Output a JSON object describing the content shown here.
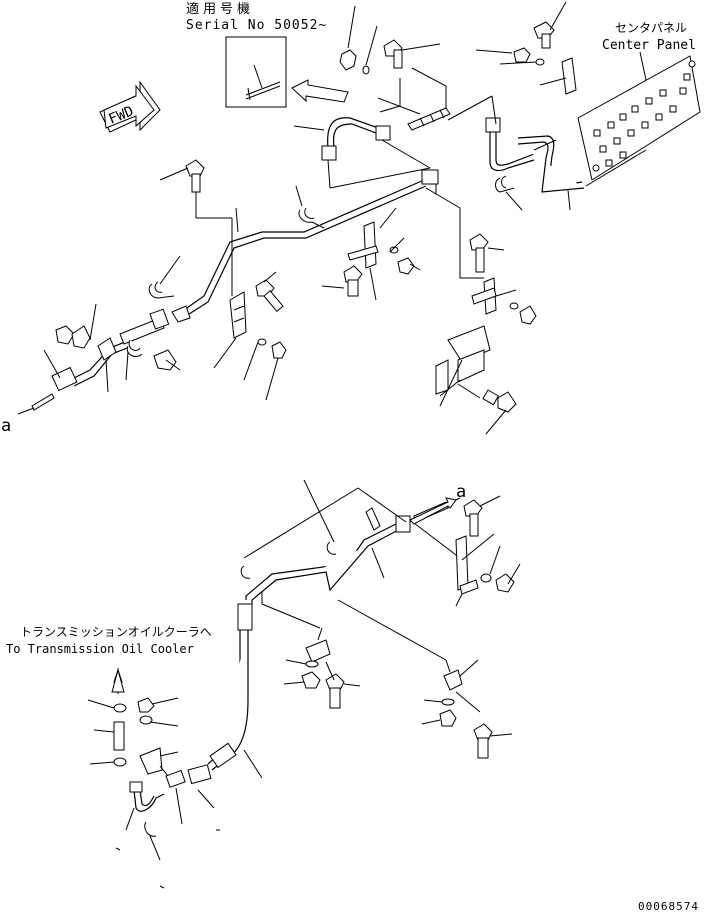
{
  "labels": {
    "serial_jp": "適用号機",
    "serial_en": "Serial No 50052~",
    "center_panel_jp": "センタパネル",
    "center_panel_en": "Center Panel",
    "fwd": "FWD",
    "transmission_jp": "トランスミッションオイルクーラへ",
    "transmission_en": "To Transmission Oil Cooler",
    "ref_a_lower": "a",
    "ref_a_upper": "a",
    "drawing_number": "00068574"
  }
}
